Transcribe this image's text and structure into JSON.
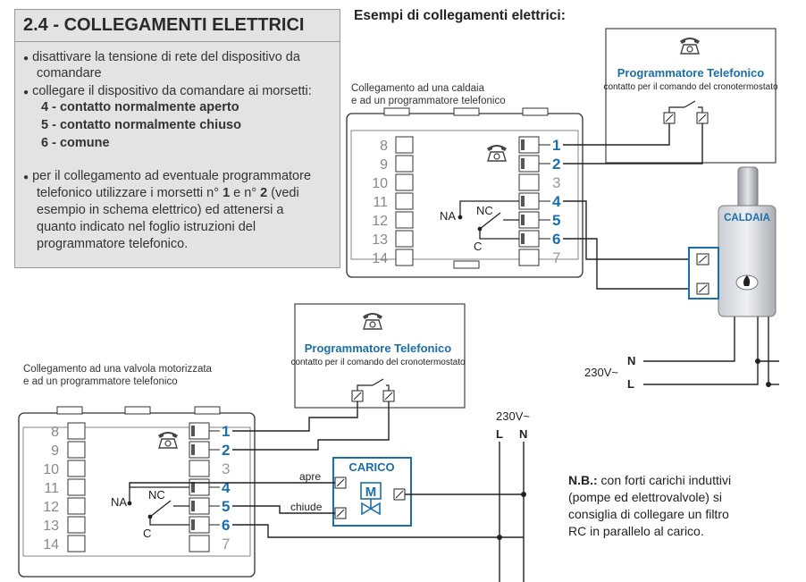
{
  "section": {
    "title": "2.4 - COLLEGAMENTI ELETTRICI",
    "bullet1_line1": "disattivare la tensione di rete del dispositivo da",
    "bullet1_line2": "comandare",
    "bullet2": "collegare il dispositivo da comandare ai morsetti:",
    "terminal4": "4 - contatto normalmente aperto",
    "terminal5": "5 - contatto normalmente chiuso",
    "terminal6": "6 - comune",
    "bullet3_line1": "per il collegamento ad eventuale programmatore",
    "bullet3_line2a": "telefonico utilizzare i morsetti n° ",
    "bullet3_n1": "1",
    "bullet3_line2b": " e n° ",
    "bullet3_n2": "2",
    "bullet3_line2c": " (vedi",
    "bullet3_line3": "esempio in schema elettrico) ed attenersi a",
    "bullet3_line4": "quanto indicato nel foglio istruzioni del",
    "bullet3_line5": "programmatore telefonico."
  },
  "examples_title": "Esempi di collegamenti elettrici:",
  "example1": {
    "caption_line1": "Collegamento ad una caldaia",
    "caption_line2": "e ad un programmatore telefonico",
    "programmer_title": "Programmatore Telefonico",
    "programmer_sub": "contatto per il comando del cronotermostato",
    "boiler_label": "CALDAIA",
    "voltage": "230V~",
    "n_label": "N",
    "l_label": "L"
  },
  "example2": {
    "caption_line1": "Collegamento ad una valvola motorizzata",
    "caption_line2": "e ad un programmatore telefonico",
    "programmer_title": "Programmatore Telefonico",
    "programmer_sub": "contatto per il comando del cronotermostato",
    "load_label": "CARICO",
    "motor_letter": "M",
    "apre": "apre",
    "chiude": "chiude",
    "voltage": "230V~",
    "l_label": "L",
    "n_label": "N"
  },
  "terminals": {
    "left": [
      "8",
      "9",
      "10",
      "11",
      "12",
      "13",
      "14"
    ],
    "right": [
      "1",
      "2",
      "3",
      "4",
      "5",
      "6",
      "7"
    ],
    "na": "NA",
    "nc": "NC",
    "c": "C"
  },
  "note": {
    "label": "N.B.:",
    "line1": " con forti carichi induttivi",
    "line2": "(pompe ed elettrovalvole) si",
    "line3": "consiglia di collegare un filtro",
    "line4": "RC in parallelo al carico."
  },
  "colors": {
    "accent": "#1a6fad",
    "wire": "#222222",
    "panel": "#e3e3e3"
  }
}
